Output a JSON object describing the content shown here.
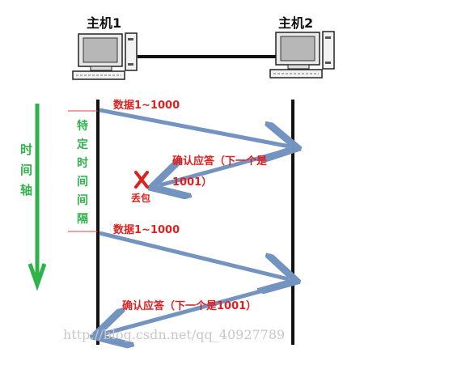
{
  "hosts": {
    "host1": "主机1",
    "host2": "主机2"
  },
  "time_axis_label": [
    "时",
    "间",
    "轴"
  ],
  "interval_label": [
    "特",
    "定",
    "时",
    "间",
    "间",
    "隔"
  ],
  "messages": {
    "data1": "数据1~1000",
    "ack1_line1": "确认应答（下一个是",
    "ack1_line2": "1001）",
    "packet_lost": "丢包",
    "data2": "数据1~1000",
    "ack2": "确认应答（下一个是1001）"
  },
  "watermark": "http://blog.csdn.net/qq_40927789",
  "colors": {
    "message_text": "#e02020",
    "arrow": "#7393c0",
    "arrow_dark": "#4a6a98",
    "axis_green": "#2fb24a",
    "timeline": "#111111",
    "lost_mark": "#e02020",
    "interval_line": "#e04040",
    "watermark": "#c8c8c8"
  }
}
